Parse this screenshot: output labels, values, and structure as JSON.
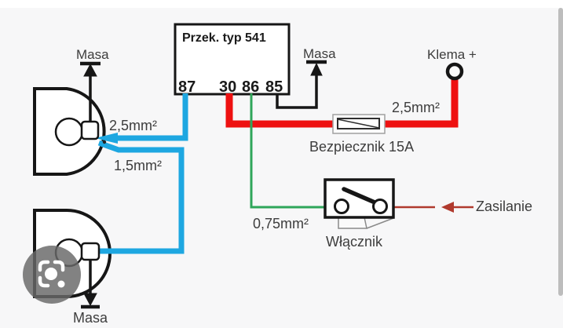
{
  "page": {
    "background": "#f7f7f8",
    "top_strip_color": "#ffffff",
    "scrollbar_color": "#bdbdbd"
  },
  "diagram": {
    "relay": {
      "title": "Przek. typ 541",
      "terminals": [
        "87",
        "30",
        "86",
        "85"
      ]
    },
    "labels": {
      "masa_top_left": "Masa",
      "masa_relay": "Masa",
      "masa_bottom": "Masa",
      "klema_plus": "Klema +",
      "wire_top_horn": "2,5mm²",
      "wire_bottom_horn": "1,5mm²",
      "wire_fuse": "2,5mm²",
      "wire_switch": "0,75mm²",
      "fuse": "Bezpiecznik 15A",
      "switch": "Włącznik",
      "supply": "Zasilanie"
    },
    "colors": {
      "wire_blue": "#1ea7e1",
      "wire_red": "#ee1111",
      "wire_green": "#2fa65a",
      "wire_signal_red": "#b03a2e",
      "outline": "#161616",
      "text": "#3d3d3d"
    }
  },
  "overlay": {
    "lens_icon_name": "google-lens-icon",
    "lens_circle_color": "rgba(105,105,105,0.83)"
  }
}
